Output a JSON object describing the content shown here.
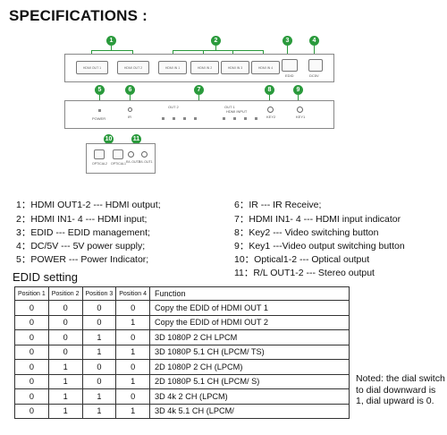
{
  "title": "SPECIFICATIONS :",
  "device": {
    "callouts": [
      "1",
      "2",
      "3",
      "4",
      "5",
      "6",
      "7",
      "8",
      "9",
      "10",
      "11"
    ],
    "rear_ports": {
      "hdmi_out_1": "HDMI OUT 1",
      "hdmi_out_2": "HDMI OUT 2",
      "hdmi_in_1": "HDMI IN 1",
      "hdmi_in_2": "HDMI IN 2",
      "hdmi_in_3": "HDMI IN 3",
      "hdmi_in_4": "HDMI IN 4",
      "edid": "EDID",
      "dc5v": "DC5V"
    },
    "front_labels": {
      "power": "POWER",
      "ir": "IR",
      "out2": "OUT 2",
      "out1": "OUT 1",
      "hdmi_input": "HDMI INPUT",
      "key2": "KEY2",
      "key1": "KEY1"
    },
    "bottom_labels": {
      "optical2": "OPTICAL2",
      "optical1": "OPTICAL1",
      "rl_out2": "R/L OUT2",
      "rl_out1": "R/L OUT1"
    }
  },
  "legend_left": [
    "1：HDMI OUT1-2 --- HDMI output;",
    "2：HDMI IN1- 4 --- HDMI input;",
    "3：EDID --- EDID management;",
    "4：DC/5V --- 5V power supply;",
    "5：POWER --- Power Indicator;"
  ],
  "legend_right": [
    "6：IR --- IR Receive;",
    "7：HDMI IN1- 4 --- HDMI input indicator",
    "8：Key2 --- Video switching button",
    "9：Key1 ---Video output switching button",
    "10：Optical1-2 --- Optical output",
    "11：R/L OUT1-2 --- Stereo output"
  ],
  "edid": {
    "title": "EDID setting",
    "headers": [
      "Position 1",
      "Position 2",
      "Position 3",
      "Position 4",
      "Function"
    ],
    "rows": [
      [
        "0",
        "0",
        "0",
        "0",
        "Copy the EDID of HDMI OUT 1"
      ],
      [
        "0",
        "0",
        "0",
        "1",
        "Copy the EDID of HDMI OUT 2"
      ],
      [
        "0",
        "0",
        "1",
        "0",
        "3D 1080P 2 CH LPCM"
      ],
      [
        "0",
        "0",
        "1",
        "1",
        "3D 1080P 5.1 CH (LPCM/ TS)"
      ],
      [
        "0",
        "1",
        "0",
        "0",
        "2D 1080P 2 CH (LPCM)"
      ],
      [
        "0",
        "1",
        "0",
        "1",
        "2D 1080P 5.1 CH (LPCM/ S)"
      ],
      [
        "0",
        "1",
        "1",
        "0",
        "3D 4k 2 CH (LPCM)"
      ],
      [
        "0",
        "1",
        "1",
        "1",
        "3D 4k 5.1 CH (LPCM/"
      ]
    ]
  },
  "note": "Noted: the dial switch to dial downward is 1, dial upward is 0.",
  "colors": {
    "callout": "#2a9a3c"
  }
}
